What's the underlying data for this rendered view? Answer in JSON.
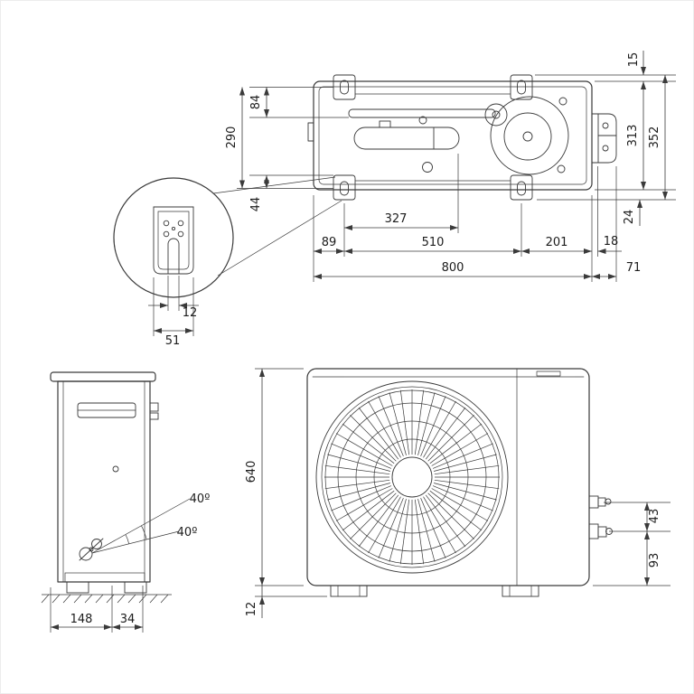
{
  "colors": {
    "line": "#3a3a3a",
    "background": "#ffffff"
  },
  "top": {
    "d15": "15",
    "d84": "84",
    "d290": "290",
    "d44": "44",
    "d327": "327",
    "d89": "89",
    "d510": "510",
    "d201": "201",
    "d18": "18",
    "d800": "800",
    "d71": "71",
    "d313": "313",
    "d352": "352",
    "d24": "24"
  },
  "detail": {
    "d12": "12",
    "d51": "51"
  },
  "side": {
    "a1": "40º",
    "a2": "40º",
    "d148": "148",
    "d34": "34"
  },
  "front": {
    "d640": "640",
    "d12": "12",
    "d43": "43",
    "d93": "93"
  }
}
